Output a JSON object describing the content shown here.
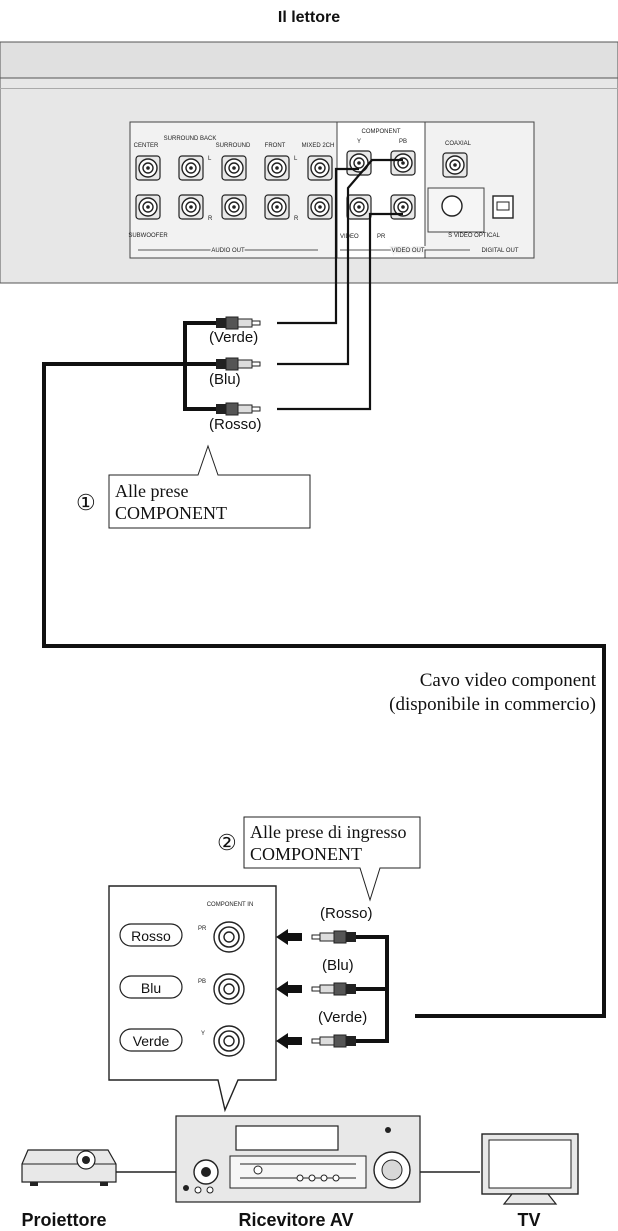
{
  "title": "Il lettore",
  "player_panel": {
    "audio_jacks": [
      "CENTER",
      "SURROUND BACK",
      "SURROUND",
      "FRONT",
      "MIXED 2CH"
    ],
    "subwoofer": "SUBWOOFER",
    "component_header": "COMPONENT",
    "comp_y": "Y",
    "comp_pb": "PB",
    "comp_pr": "PR",
    "video_jack": "VIDEO",
    "coaxial": "COAXIAL",
    "svideo_optical": "S VIDEO OPTICAL",
    "audio_out": "AUDIO OUT",
    "video_out": "VIDEO OUT",
    "digital_out": "DIGITAL OUT",
    "marker_l": "L",
    "marker_r": "R"
  },
  "cable_top": {
    "plugs": [
      "(Verde)",
      "(Blu)",
      "(Rosso)"
    ]
  },
  "callout1": {
    "number": "①",
    "line1": "Alle prese",
    "line2": "COMPONENT"
  },
  "cable_label": {
    "line1": "Cavo video component",
    "line2": "(disponibile in commercio)"
  },
  "callout2": {
    "number": "②",
    "line1": "Alle prese di ingresso",
    "line2": "COMPONENT"
  },
  "receiver_panel": {
    "header": "COMPONENT IN",
    "jacks": [
      {
        "name": "Rosso",
        "code": "PR"
      },
      {
        "name": "Blu",
        "code": "PB"
      },
      {
        "name": "Verde",
        "code": "Y"
      }
    ]
  },
  "cable_bottom": {
    "plugs": [
      "(Rosso)",
      "(Blu)",
      "(Verde)"
    ]
  },
  "devices": {
    "projector": "Proiettore",
    "receiver": "Ricevitore AV",
    "tv": "TV"
  },
  "colors": {
    "line": "#111111",
    "panel": "#e4e4e4",
    "panel_dark": "#cfcfcf"
  }
}
